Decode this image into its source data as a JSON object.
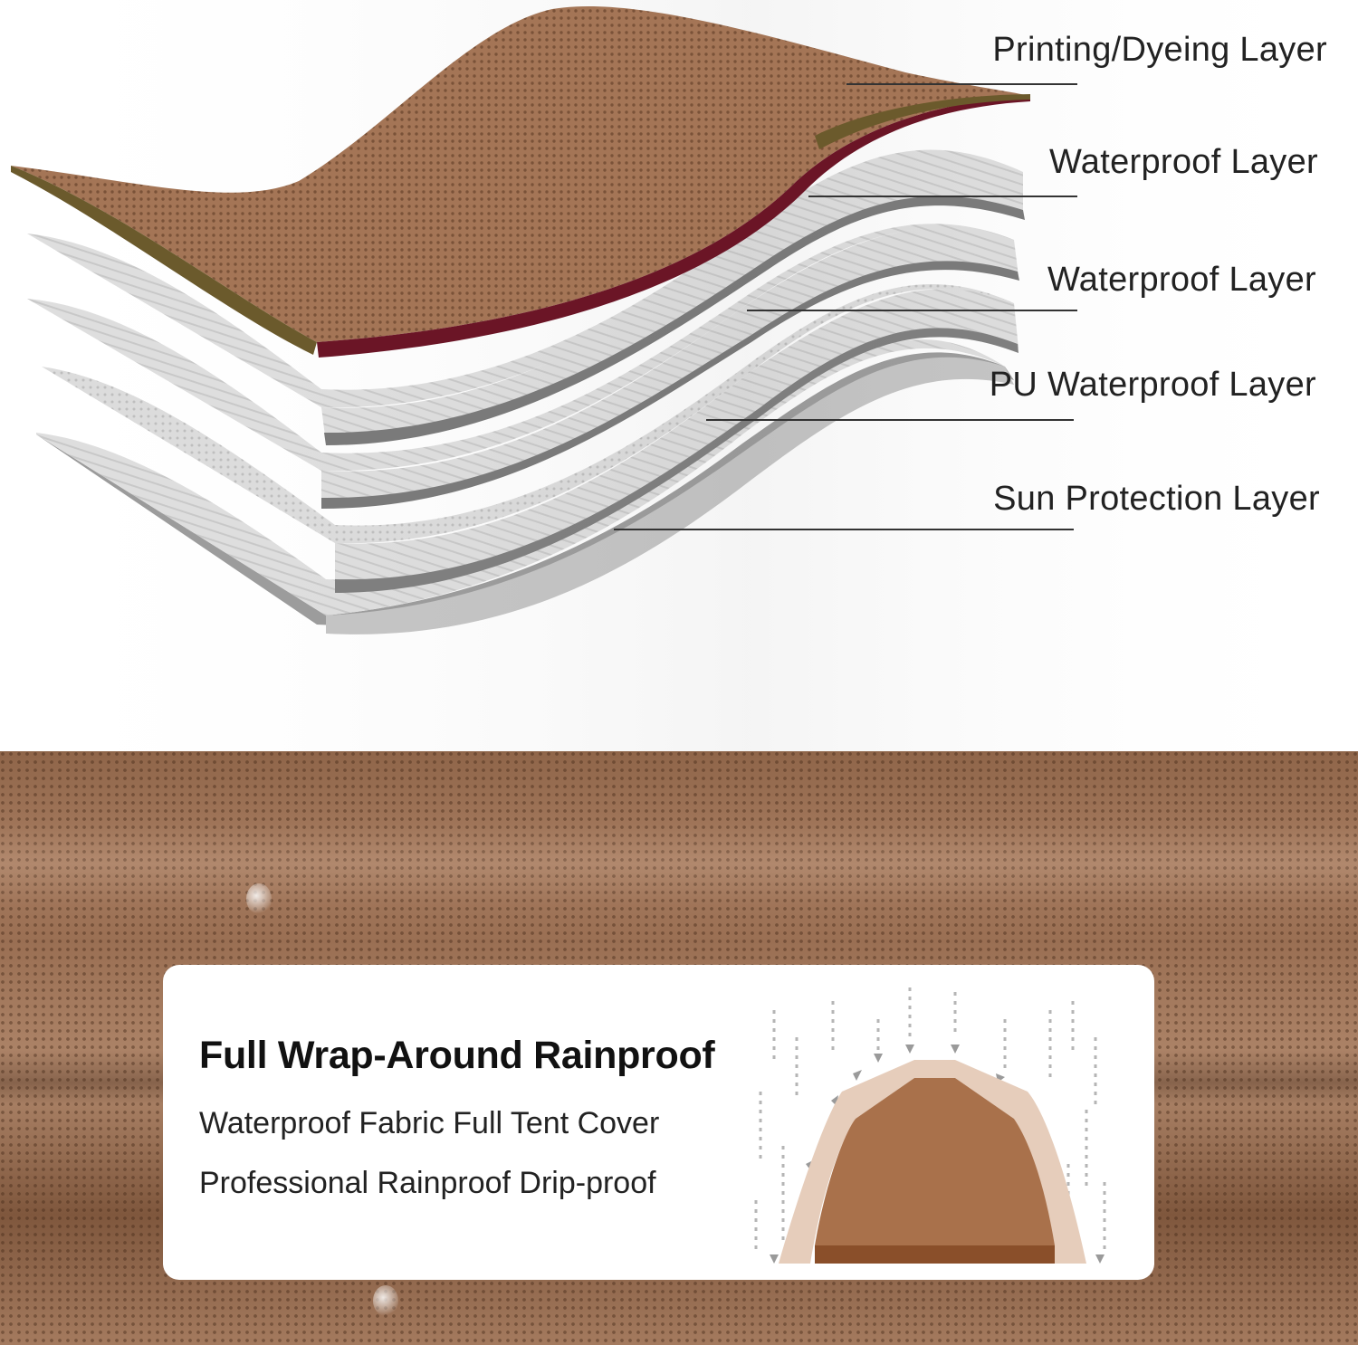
{
  "layers": [
    {
      "label": "Printing/Dyeing Layer"
    },
    {
      "label": "Waterproof Layer"
    },
    {
      "label": "Waterproof Layer"
    },
    {
      "label": "PU Waterproof Layer"
    },
    {
      "label": "Sun Protection Layer"
    }
  ],
  "feature_card": {
    "title": "Full Wrap-Around Rainproof",
    "line1": "Waterproof Fabric Full Tent Cover",
    "line2": "Professional Rainproof Drip-proof"
  },
  "colors": {
    "fabric_brown": "#a47556",
    "fabric_dark": "#7a5238",
    "layer_grey": "#d9d9d9",
    "inner_red": "#6b1526",
    "tent_shell": "#e6cdbb",
    "tent_body": "#a9714b"
  },
  "icons": [
    "layer-stack-illustration",
    "tent-rain-icon",
    "water-droplet-icon"
  ]
}
